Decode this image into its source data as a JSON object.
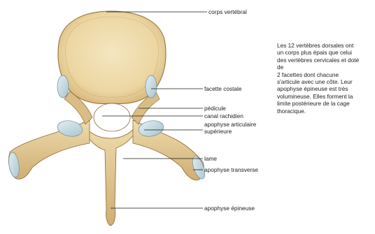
{
  "labels": {
    "corps_vertebral": "corps vertébral",
    "facette_costale": "facette costale",
    "pedicule": "pédicule",
    "canal_rachidien": "canal rachidien",
    "apophyse_articulaire": "apophyse articulaire\nsupérieure",
    "lame": "lame",
    "apophyse_transverse": "apophyse transverse",
    "apophyse_epineuse": "apophyse épineuse"
  },
  "description": "Les 12 vertèbres dorsales ont\nun corps plus épais que celui\ndes vertèbres cervicales et doté\nde\n2 facettes dont chacune\ns'articule avec une côte. Leur\napophyse épineuse est très\nvolumineuse. Elles forment la\nlimite postérieure de la cage\nthoracique.",
  "colors": {
    "bone_light": "#f2e0b4",
    "bone_mid": "#dfc48c",
    "bone_dark": "#b8955a",
    "cartilage": "#c9dde4",
    "line": "#1a1a1a"
  }
}
